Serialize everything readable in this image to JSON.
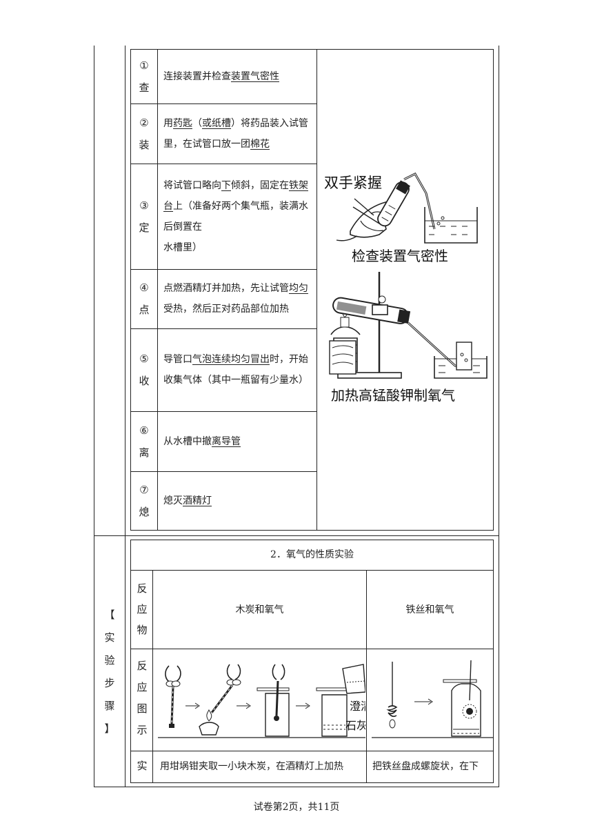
{
  "steps": [
    {
      "num": "①",
      "char": "查",
      "parts": [
        {
          "t": "连接装置并检查"
        },
        {
          "t": "装置气密性",
          "u": true
        }
      ]
    },
    {
      "num": "②",
      "char": "装",
      "parts": [
        {
          "t": "用"
        },
        {
          "t": "药匙",
          "u": true
        },
        {
          "t": "（"
        },
        {
          "t": "或纸槽",
          "u": true
        },
        {
          "t": "）将药品装入试管里，在试管口放一团"
        },
        {
          "t": "棉花",
          "u": true
        }
      ]
    },
    {
      "num": "③",
      "char": "定",
      "parts": [
        {
          "t": "将试管口略向"
        },
        {
          "t": "下",
          "u": true
        },
        {
          "t": "倾斜，固定在"
        },
        {
          "t": "铁架台",
          "u": true
        },
        {
          "t": "上（准备好两个集气瓶，装满水后倒置在"
        },
        {
          "t": "\n水槽里）"
        }
      ]
    },
    {
      "num": "④",
      "char": "点",
      "parts": [
        {
          "t": "点燃酒精灯并加热，先让试管"
        },
        {
          "t": "均匀",
          "u": true
        },
        {
          "t": "受热，然后正对药品部位加热"
        }
      ]
    },
    {
      "num": "⑤",
      "char": "收",
      "parts": [
        {
          "t": "导管口"
        },
        {
          "t": "气泡连续均匀冒出",
          "u": true
        },
        {
          "t": "时，开始收集气体（其中一瓶留有少量水）"
        }
      ]
    },
    {
      "num": "⑥",
      "char": "离",
      "parts": [
        {
          "t": "从水槽中撤"
        },
        {
          "t": "离导管",
          "u": true
        }
      ]
    },
    {
      "num": "⑦",
      "char": "熄",
      "parts": [
        {
          "t": "熄灭"
        },
        {
          "t": "酒精灯",
          "u": true
        }
      ]
    }
  ],
  "figures": {
    "hand_label": "双手紧握",
    "airtight_caption": "检查装置气密性",
    "heating_caption": "加热高锰酸钾制氧气",
    "limewater_1": "澄清",
    "limewater_2": "石灰"
  },
  "left_label": "【实验步骤】",
  "section2": {
    "title": "2．氧气的性质实验",
    "row_reactant": "反应物",
    "row_figure": "反应图示",
    "row_shi": "实",
    "col_charcoal": "木炭和氧气",
    "col_iron": "铁丝和氧气",
    "charcoal_text": "用坩埚钳夹取一小块木炭，在酒精灯上加热",
    "iron_text": "把铁丝盘成螺旋状，在下"
  },
  "footer": "试卷第2页，共11页"
}
